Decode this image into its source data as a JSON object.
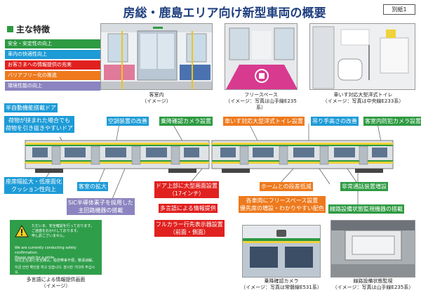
{
  "header": {
    "title": "房総・鹿島エリア向け新型車両の概要",
    "tag": "別紙1"
  },
  "legend": {
    "title": "主な特徴",
    "items": [
      {
        "label": "安全・安定性の向上",
        "color": "#2e9a42"
      },
      {
        "label": "車内の快適性向上",
        "color": "#1d9bd7"
      },
      {
        "label": "お客さまへの情報提供の充実",
        "color": "#e0211f"
      },
      {
        "label": "バリアフリー化の推進",
        "color": "#ee7a1d"
      },
      {
        "label": "環境性能の向上",
        "color": "#8b84c0"
      }
    ]
  },
  "photos": {
    "interior": "客室内\n（イメージ）",
    "free_space": "フリースペース\n（イメージ：写真は山手線E235系）",
    "toilet": "車いす対応大型洋式トイレ\n（イメージ：写真は中央線E233系）",
    "info_screen": "多言語による情報提供画面\n（イメージ）",
    "camera": "乗降確認カメラ\n（イメージ：写真は常磐線E531系）",
    "monitor": "線路設備状態監視\n（イメージ：写真は山手線E235系）"
  },
  "labels": {
    "auto_door": "半自動機能搭載ドア",
    "luggage": "荷物が挟まれた場合でも\n荷物を引き抜きやすいドア",
    "aircon": "空調装置の改善",
    "cam_install": "乗降確認カメラ設置",
    "toilet_install": "車いす対応大型洋式トイレ設置",
    "handrail": "吊り手高さの改善",
    "security_cam": "客室内防犯カメラ設置",
    "seat": "座席幅拡大・低座面化\nクッション性向上",
    "cabin": "客室の拡大",
    "sic": "SiC半導体素子を採用した\n主回路機器の搭載",
    "large_screen": "ドア上部に大型画面設置\n（17インチ）",
    "multilang": "多言語による情報提供",
    "fullcolor": "フルカラー行先表示器設置\n（前面・側面）",
    "platform": "ホームとの段差低減",
    "free_space": "各車両にフリースペース設置\n優先席の増設・わかりやすい配色",
    "emergency": "非常通話装置増設",
    "track_monitor": "線路設備状態監視機器の搭載"
  },
  "screen_text": {
    "jp": "ただいま、安全確認を行っております。\nご迷惑をおかけしております。\n申し訳ございません。",
    "en": "We are currently conducting safety confirmation.\nPlease wait for a while.",
    "zh": "现在正在进行安全确认。给您带来不便，敬请谅解。",
    "ko": "지금 안전 확인을 하고 있습니다. 잠시만 기다려 주십시오."
  }
}
